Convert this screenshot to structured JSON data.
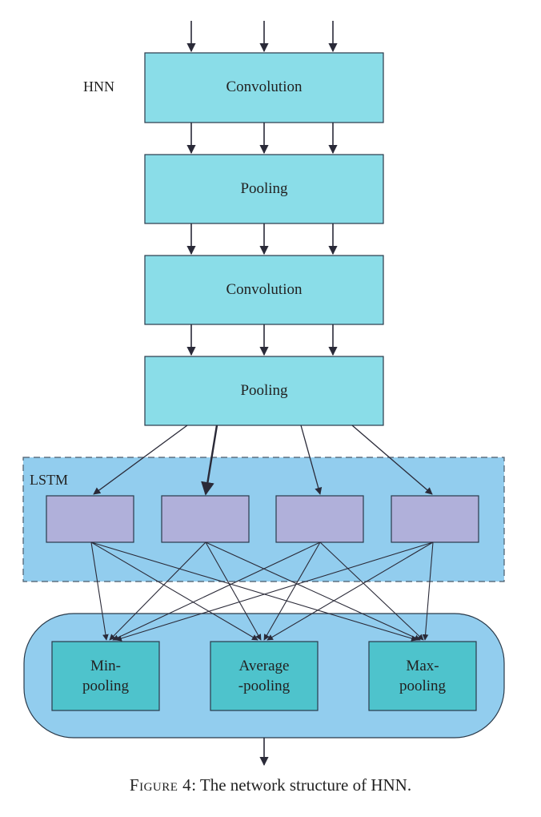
{
  "diagram": {
    "hnn_label": "HNN",
    "lstm_label": "LSTM",
    "layers": [
      "Convolution",
      "Pooling",
      "Convolution",
      "Pooling"
    ],
    "pool_boxes": [
      {
        "line1": "Min-",
        "line2": "pooling"
      },
      {
        "line1": "Average",
        "line2": "-pooling"
      },
      {
        "line1": "Max-",
        "line2": "pooling"
      }
    ],
    "lstm_cell_count": 4
  },
  "caption": {
    "figure_label": "Figure 4",
    "text": ": The network structure of HNN."
  },
  "colors": {
    "layer_fill": "#8adde8",
    "lstm_region": "#92cdee",
    "lstm_cell": "#b0b0da",
    "pool_region": "#92cdee",
    "pool_box": "#4ec3cc",
    "line": "#2a2a38"
  }
}
